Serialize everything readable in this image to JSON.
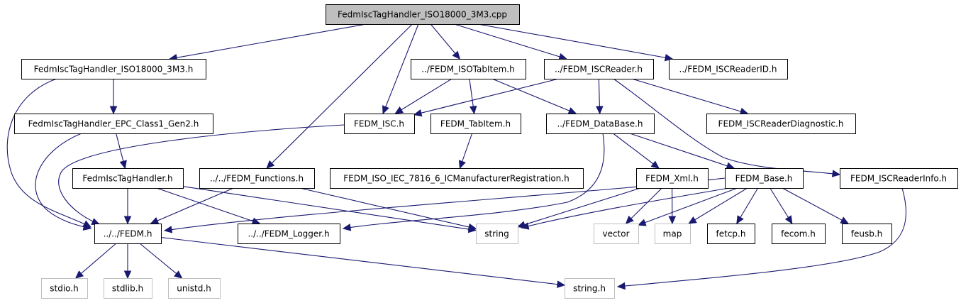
{
  "title": "FedmIscTagHandler_ISO18000_3M3.cpp include dependency graph",
  "colors": {
    "edge": "#191970",
    "root_fill": "#bfbfbf",
    "node_border": "#000000",
    "external_border": "#bfbfbf",
    "node_fill": "#ffffff"
  },
  "nodes": [
    {
      "id": "root",
      "label": "FedmIscTagHandler_ISO18000_3M3.cpp",
      "kind": "root"
    },
    {
      "id": "h3m3",
      "label": "FedmIscTagHandler_ISO18000_3M3.h",
      "kind": "file"
    },
    {
      "id": "isotab",
      "label": "../FEDM_ISOTabItem.h",
      "kind": "file"
    },
    {
      "id": "iscreader",
      "label": "../FEDM_ISCReader.h",
      "kind": "file"
    },
    {
      "id": "readerid",
      "label": "../FEDM_ISCReaderID.h",
      "kind": "file"
    },
    {
      "id": "epc",
      "label": "FedmIscTagHandler_EPC_Class1_Gen2.h",
      "kind": "file"
    },
    {
      "id": "isc",
      "label": "FEDM_ISC.h",
      "kind": "file"
    },
    {
      "id": "tabitem",
      "label": "FEDM_TabItem.h",
      "kind": "file"
    },
    {
      "id": "database",
      "label": "../FEDM_DataBase.h",
      "kind": "file"
    },
    {
      "id": "diag",
      "label": "FEDM_ISCReaderDiagnostic.h",
      "kind": "file"
    },
    {
      "id": "taghandler",
      "label": "FedmIscTagHandler.h",
      "kind": "file"
    },
    {
      "id": "functions",
      "label": "../../FEDM_Functions.h",
      "kind": "file"
    },
    {
      "id": "icmanuf",
      "label": "FEDM_ISO_IEC_7816_6_ICManufacturerRegistration.h",
      "kind": "file"
    },
    {
      "id": "xml",
      "label": "FEDM_Xml.h",
      "kind": "file"
    },
    {
      "id": "base",
      "label": "FEDM_Base.h",
      "kind": "file"
    },
    {
      "id": "readerinfo",
      "label": "FEDM_ISCReaderInfo.h",
      "kind": "file"
    },
    {
      "id": "fedm",
      "label": "../../FEDM.h",
      "kind": "file"
    },
    {
      "id": "logger",
      "label": "../../FEDM_Logger.h",
      "kind": "file"
    },
    {
      "id": "string",
      "label": "string",
      "kind": "external"
    },
    {
      "id": "vector",
      "label": "vector",
      "kind": "external"
    },
    {
      "id": "map",
      "label": "map",
      "kind": "external"
    },
    {
      "id": "fetcp",
      "label": "fetcp.h",
      "kind": "file"
    },
    {
      "id": "fecom",
      "label": "fecom.h",
      "kind": "file"
    },
    {
      "id": "feusb",
      "label": "feusb.h",
      "kind": "file"
    },
    {
      "id": "stdio",
      "label": "stdio.h",
      "kind": "external"
    },
    {
      "id": "stdlib",
      "label": "stdlib.h",
      "kind": "external"
    },
    {
      "id": "unistd",
      "label": "unistd.h",
      "kind": "external"
    },
    {
      "id": "stringh",
      "label": "string.h",
      "kind": "external"
    }
  ],
  "edges": [
    [
      "root",
      "h3m3"
    ],
    [
      "root",
      "isotab"
    ],
    [
      "root",
      "iscreader"
    ],
    [
      "root",
      "readerid"
    ],
    [
      "root",
      "isc"
    ],
    [
      "root",
      "functions"
    ],
    [
      "h3m3",
      "epc"
    ],
    [
      "h3m3",
      "fedm"
    ],
    [
      "epc",
      "taghandler"
    ],
    [
      "epc",
      "fedm"
    ],
    [
      "taghandler",
      "fedm"
    ],
    [
      "taghandler",
      "logger"
    ],
    [
      "taghandler",
      "string"
    ],
    [
      "isotab",
      "isc"
    ],
    [
      "isotab",
      "tabitem"
    ],
    [
      "isotab",
      "database"
    ],
    [
      "iscreader",
      "isc"
    ],
    [
      "iscreader",
      "database"
    ],
    [
      "iscreader",
      "diag"
    ],
    [
      "iscreader",
      "readerinfo"
    ],
    [
      "isc",
      "fedm"
    ],
    [
      "tabitem",
      "icmanuf"
    ],
    [
      "database",
      "xml"
    ],
    [
      "database",
      "base"
    ],
    [
      "database",
      "logger"
    ],
    [
      "functions",
      "fedm"
    ],
    [
      "functions",
      "string"
    ],
    [
      "xml",
      "string"
    ],
    [
      "xml",
      "vector"
    ],
    [
      "xml",
      "map"
    ],
    [
      "base",
      "fedm"
    ],
    [
      "base",
      "string"
    ],
    [
      "base",
      "vector"
    ],
    [
      "base",
      "map"
    ],
    [
      "base",
      "fetcp"
    ],
    [
      "base",
      "fecom"
    ],
    [
      "base",
      "feusb"
    ],
    [
      "readerinfo",
      "stringh"
    ],
    [
      "fedm",
      "stdio"
    ],
    [
      "fedm",
      "stdlib"
    ],
    [
      "fedm",
      "unistd"
    ],
    [
      "fedm",
      "stringh"
    ]
  ]
}
